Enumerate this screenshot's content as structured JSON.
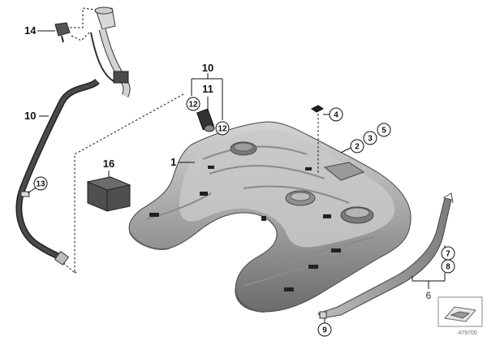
{
  "callouts": {
    "c1": "1",
    "c2": "2",
    "c3": "3",
    "c4": "4",
    "c5": "5",
    "c6": "6",
    "c7": "7",
    "c8": "8",
    "c9": "9",
    "c10_top": "10",
    "c10_left": "10",
    "c11": "11",
    "c12_left": "12",
    "c12_right": "12",
    "c13": "13",
    "c14": "14",
    "c16": "16"
  },
  "diagram_code": "479700",
  "colors": {
    "tank_fill": "#a9a9ab",
    "tank_shadow": "#6e6e70",
    "tank_highlight": "#e4e4e6",
    "hose_dark": "#2b2b2b",
    "foam_pad": "#555555",
    "callout_circle_stroke": "#111111"
  },
  "icons": {
    "thumbnail": "vehicle-position-thumbnail-icon"
  }
}
